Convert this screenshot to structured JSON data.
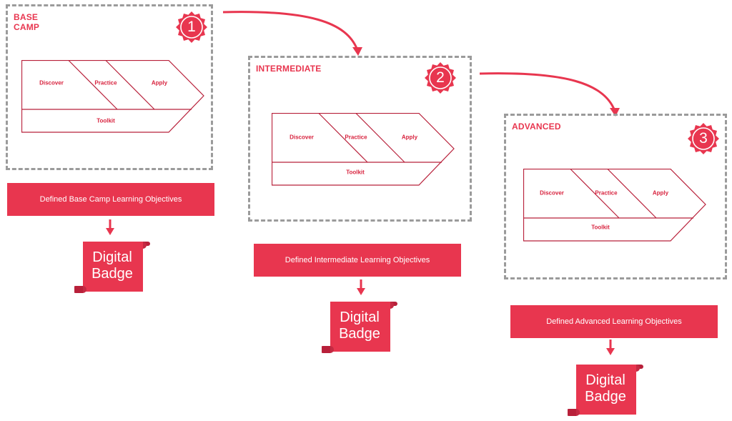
{
  "colors": {
    "accent": "#e8364f",
    "accent_dark": "#b8203a",
    "frame_border": "#9b9b9b",
    "text_on_accent": "#ffffff"
  },
  "stages": [
    {
      "title": "BASE CAMP",
      "number": "1",
      "steps": [
        "Discover",
        "Practice",
        "Apply"
      ],
      "toolkit": "Toolkit",
      "objective": "Defined Base Camp Learning Objectives",
      "badge": {
        "line1": "Digital",
        "line2": "Badge",
        "icon": "scroll-badge-icon"
      }
    },
    {
      "title": "INTERMEDIATE",
      "number": "2",
      "steps": [
        "Discover",
        "Practice",
        "Apply"
      ],
      "toolkit": "Toolkit",
      "objective": "Defined Intermediate Learning Objectives",
      "badge": {
        "line1": "Digital",
        "line2": "Badge",
        "icon": "scroll-badge-icon"
      }
    },
    {
      "title": "ADVANCED",
      "number": "3",
      "steps": [
        "Discover",
        "Practice",
        "Apply"
      ],
      "toolkit": "Toolkit",
      "objective": "Defined Advanced Learning Objectives",
      "badge": {
        "line1": "Digital",
        "line2": "Badge",
        "icon": "scroll-badge-icon"
      }
    }
  ]
}
